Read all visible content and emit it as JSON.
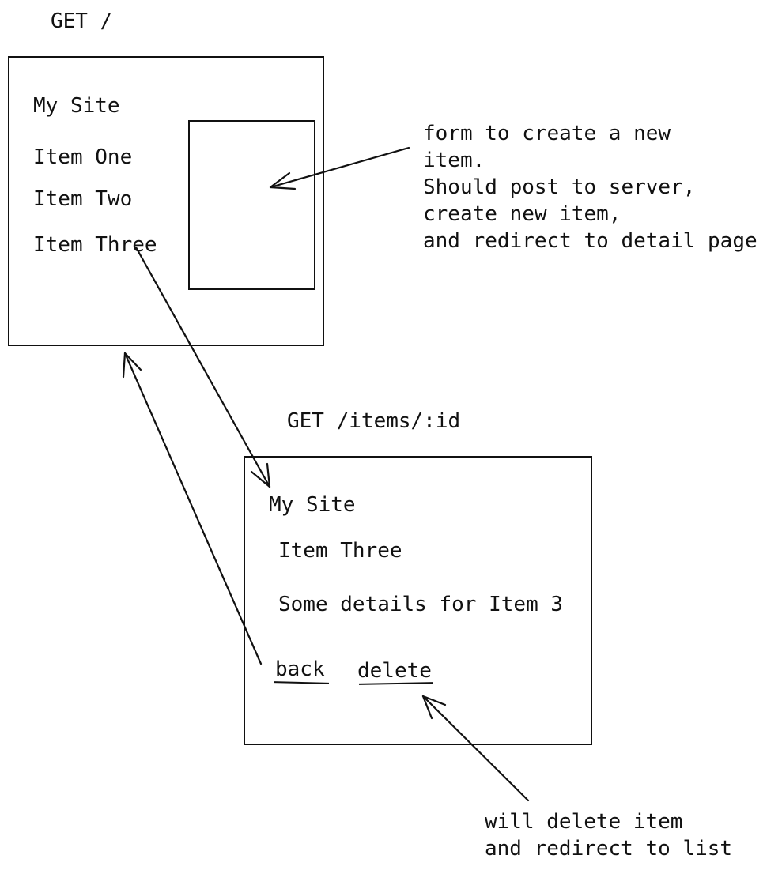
{
  "list_page": {
    "route": "GET /",
    "site_title": "My Site",
    "items": [
      "Item One",
      "Item Two",
      "Item Three"
    ]
  },
  "detail_page": {
    "route": "GET /items/:id",
    "site_title": "My Site",
    "item_title": "Item Three",
    "details": "Some details for Item 3",
    "back_link": "back",
    "delete_link": "delete"
  },
  "annotations": {
    "form_note": [
      "form to create a new",
      "item.",
      "Should post to server,",
      "create new item,",
      "and redirect to detail page"
    ],
    "delete_note": [
      "will delete item",
      "and redirect to list"
    ]
  },
  "colors": {
    "ink": "#111111",
    "paper": "#ffffff"
  }
}
